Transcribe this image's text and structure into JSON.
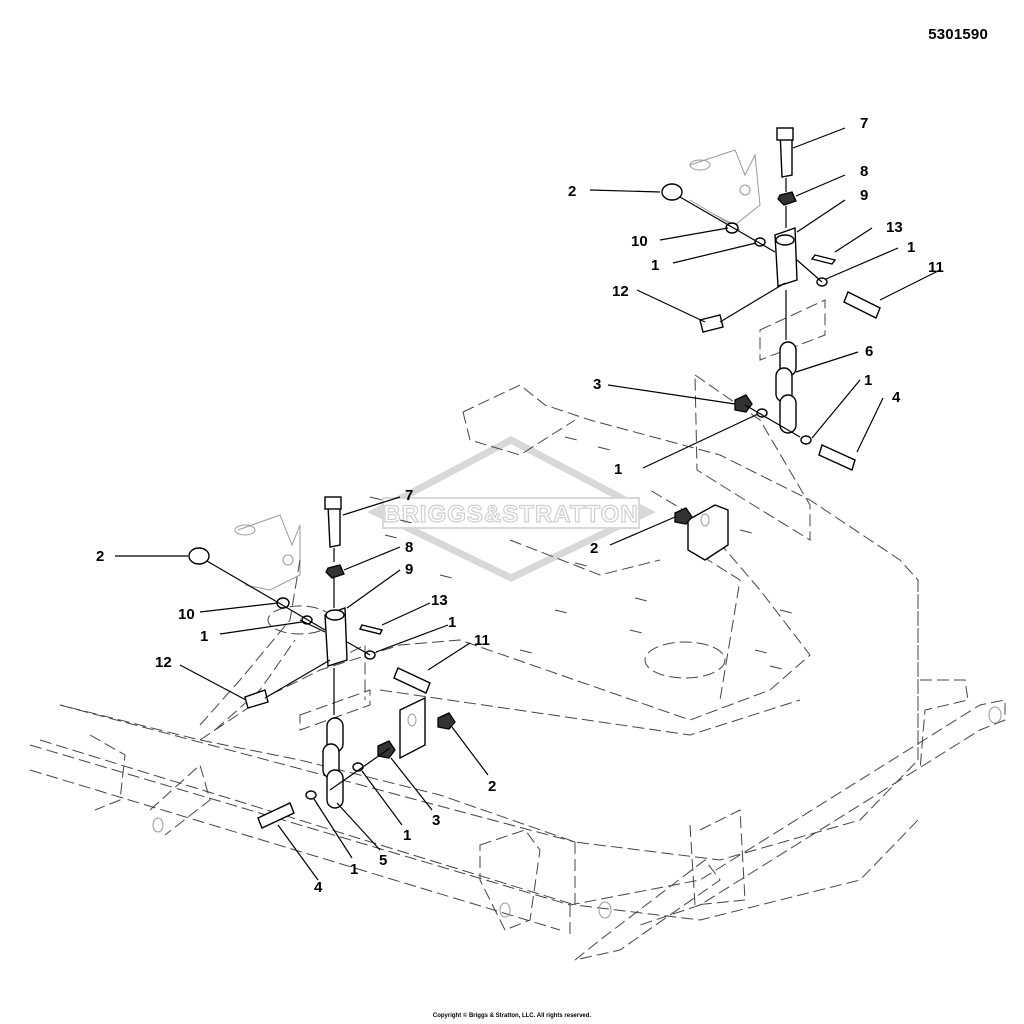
{
  "document": {
    "part_number": "5301590",
    "copyright": "Copyright © Briggs & Stratton, LLC. All rights reserved.",
    "watermark_text": "BRIGGS&STRATTON"
  },
  "callouts": {
    "upper_assembly": [
      "7",
      "8",
      "9",
      "2",
      "10",
      "13",
      "1",
      "11",
      "1",
      "12",
      "6",
      "3",
      "1",
      "4",
      "1",
      "2"
    ],
    "lower_assembly": [
      "7",
      "8",
      "9",
      "2",
      "10",
      "13",
      "1",
      "1",
      "11",
      "12",
      "2",
      "3",
      "1",
      "5",
      "1",
      "4"
    ]
  },
  "colors": {
    "line": "#000000",
    "hidden_line": "#444444",
    "watermark": "#cfcfcf"
  }
}
